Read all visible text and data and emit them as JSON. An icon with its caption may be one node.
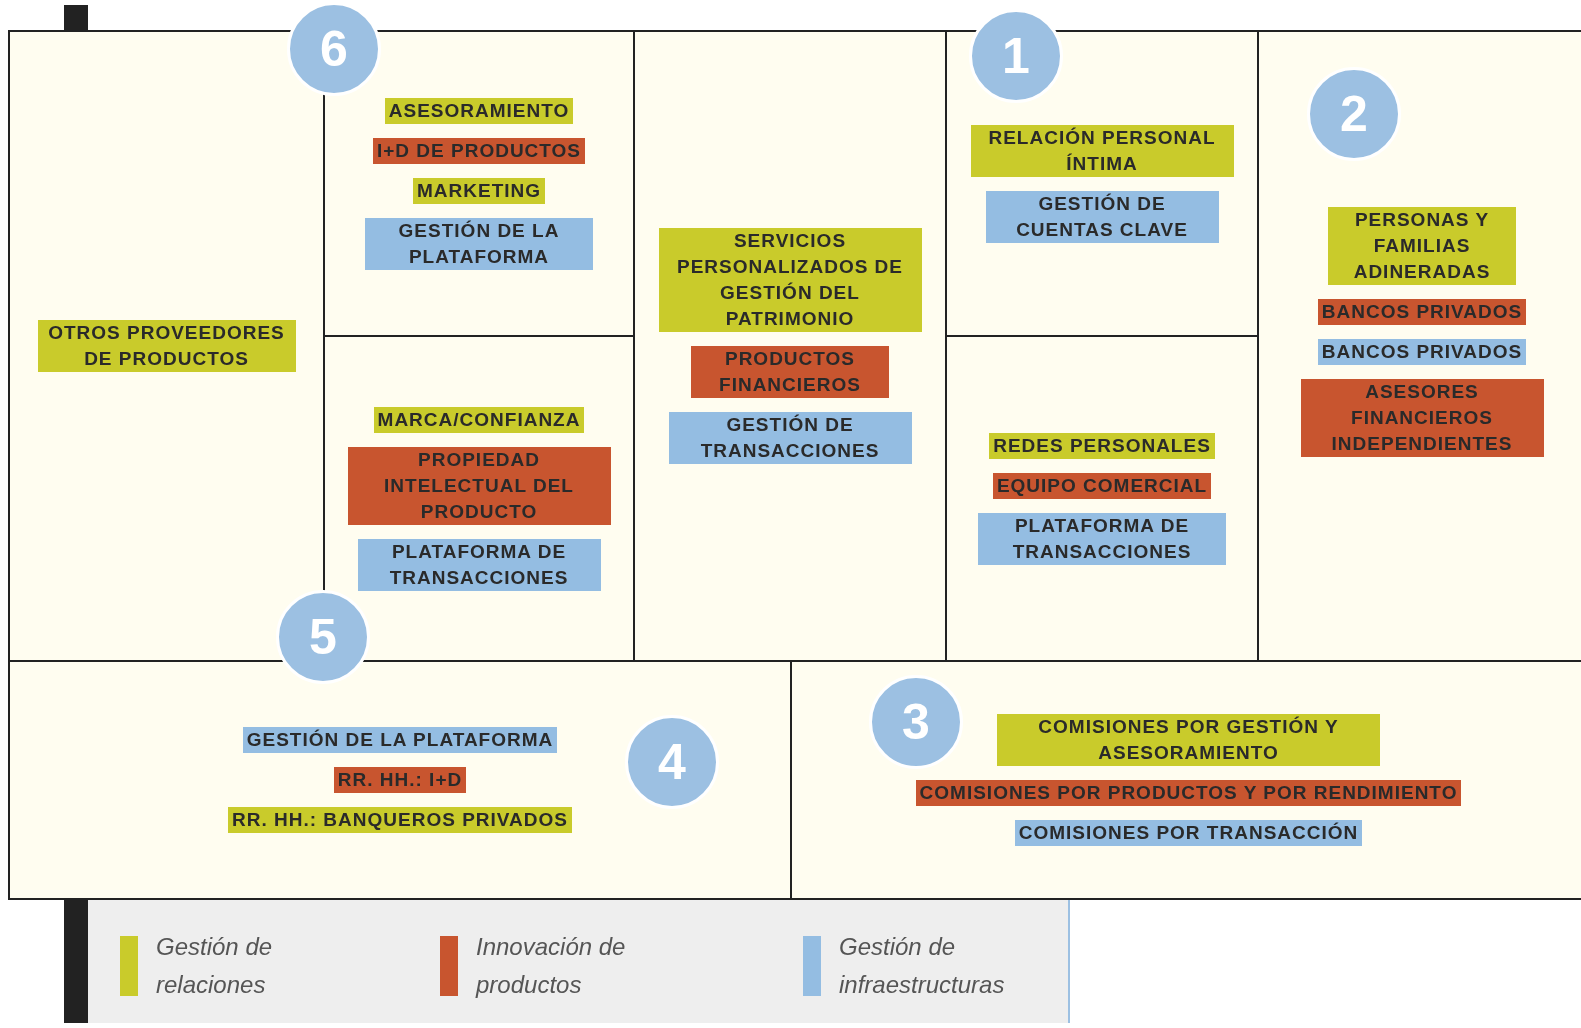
{
  "diagram": {
    "nodes": [
      {
        "text": [],
        "shape": "box"
      },
      {
        "text": [
          "OTROS PROVEEDORES DE PRODUCTOS"
        ],
        "in": 0
      },
      {
        "text": [],
        "shape": "box"
      },
      {
        "text": [
          "ASESORAMIENTO"
        ],
        "in": 2
      },
      {
        "text": [
          "I+D DE PRODUCTOS"
        ],
        "in": 2
      },
      {
        "text": [
          "MARKETING"
        ],
        "in": 2
      },
      {
        "text": [
          "GESTIÓN DE LA PLATAFORMA"
        ],
        "in": 2
      },
      {
        "text": [],
        "shape": "box"
      },
      {
        "text": [
          "MARCA/CONFIANZA"
        ],
        "in": 7
      },
      {
        "text": [
          "PROPIEDAD INTELECTUAL DEL PRODUCTO"
        ],
        "in": 7
      },
      {
        "text": [
          "PLATAFORMA DE TRANSACCIONES"
        ],
        "in": 7
      },
      {
        "text": [],
        "shape": "box"
      },
      {
        "text": [
          "SERVICIOS PERSONALIZADOS DE GESTIÓN DEL PATRIMONIO"
        ],
        "in": 11
      },
      {
        "text": [
          "PRODUCTOS FINANCIEROS"
        ],
        "in": 11
      },
      {
        "text": [
          "GESTIÓN DE TRANSACCIONES"
        ],
        "in": 11
      },
      {
        "text": [],
        "shape": "box"
      },
      {
        "text": [
          "RELACIÓN PERSONAL ÍNTIMA"
        ],
        "in": 15
      },
      {
        "text": [
          "GESTIÓN DE CUENTAS CLAVE"
        ],
        "in": 15
      },
      {
        "text": [],
        "shape": "box"
      },
      {
        "text": [
          "REDES PERSONALES"
        ],
        "in": 18
      },
      {
        "text": [
          "EQUIPO COMERCIAL"
        ],
        "in": 18
      },
      {
        "text": [
          "PLATAFORMA DE TRANSACCIONES"
        ],
        "in": 18
      },
      {
        "text": [],
        "shape": "box"
      },
      {
        "text": [
          "PERSONAS Y FAMILIAS ADINERADAS"
        ],
        "in": 22
      },
      {
        "text": [
          "BANCOS PRIVADOS"
        ],
        "in": 22
      },
      {
        "text": [
          "BANCOS PRIVADOS"
        ],
        "in": 22
      },
      {
        "text": [
          "ASESORES FINANCIEROS INDEPENDIENTES"
        ],
        "in": 22
      },
      {
        "text": [],
        "shape": "box"
      },
      {
        "text": [
          "GESTIÓN DE LA PLATAFORMA"
        ],
        "in": 27
      },
      {
        "text": [
          "RR. HH.: I+D"
        ],
        "in": 27
      },
      {
        "text": [
          "RR. HH.: BANQUEROS PRIVADOS"
        ],
        "in": 27
      },
      {
        "text": [],
        "shape": "box"
      },
      {
        "text": [
          "COMISIONES POR GESTIÓN Y ASESORAMIENTO"
        ],
        "in": 31
      },
      {
        "text": [
          "COMISIONES POR PRODUCTOS Y POR RENDIMIENTO"
        ],
        "in": 31
      },
      {
        "text": [
          "COMISIONES POR TRANSACCIÓN"
        ],
        "in": 31
      },
      {
        "text": [
          "6"
        ]
      },
      {
        "text": [
          "1"
        ]
      },
      {
        "text": [
          "2"
        ],
        "in": 22
      },
      {
        "text": [
          "5"
        ]
      },
      {
        "text": [
          "4"
        ],
        "in": 27
      },
      {
        "text": [
          "3"
        ],
        "in": 31
      },
      {
        "text": [],
        "shape": "bar"
      },
      {
        "text": [],
        "shape": "bar"
      }
    ],
    "legend": [
      {
        "text": "Gestión de relaciones",
        "color": "#c9cb2b"
      },
      {
        "text": "Innovación de productos",
        "color": "#c8552f"
      },
      {
        "text": "Gestión de infraestructuras",
        "color": "#94bde2"
      }
    ]
  }
}
